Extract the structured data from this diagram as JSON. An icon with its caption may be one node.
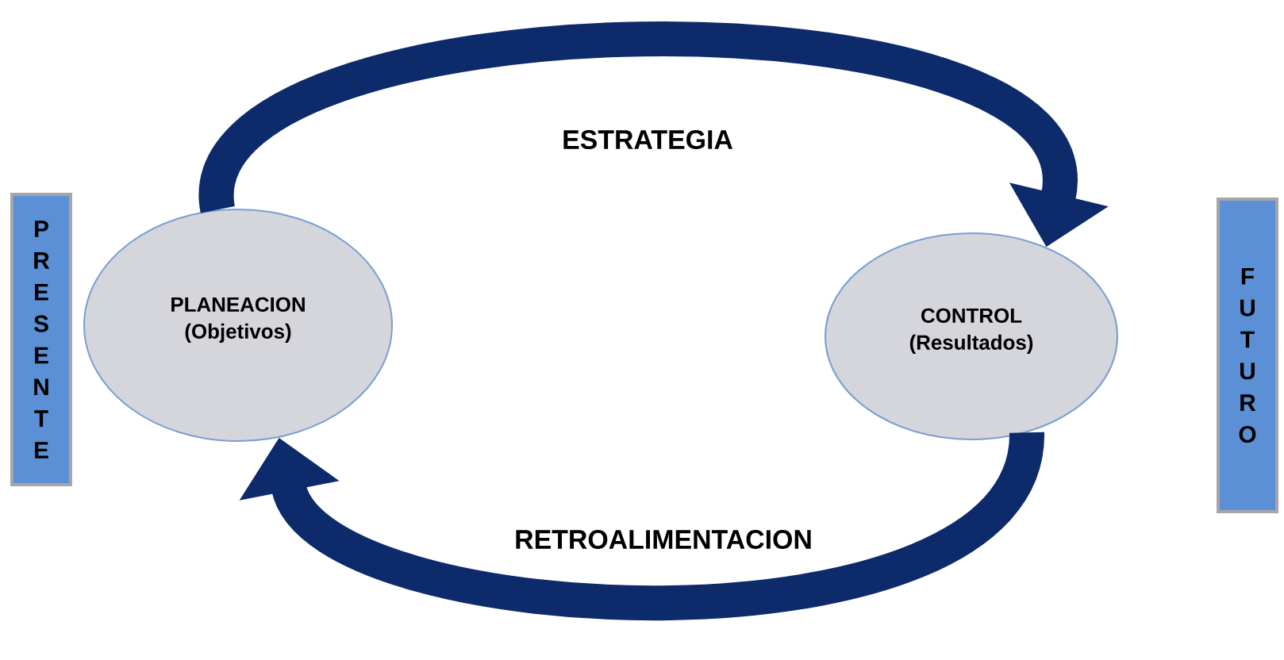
{
  "diagram": {
    "nodes": [
      {
        "text": [
          "PRESENTE"
        ]
      },
      {
        "text": [
          "PLANEACION (Objetivos)"
        ]
      },
      {
        "text": [
          "CONTROL (Resultados)"
        ]
      },
      {
        "text": [
          "FUTURO"
        ]
      }
    ],
    "edges": [
      {
        "from": 1,
        "to": 2,
        "arrow": "to",
        "label": "ESTRATEGIA"
      },
      {
        "from": 2,
        "to": 1,
        "arrow": "to",
        "label": "RETROALIMENTACION"
      }
    ]
  }
}
